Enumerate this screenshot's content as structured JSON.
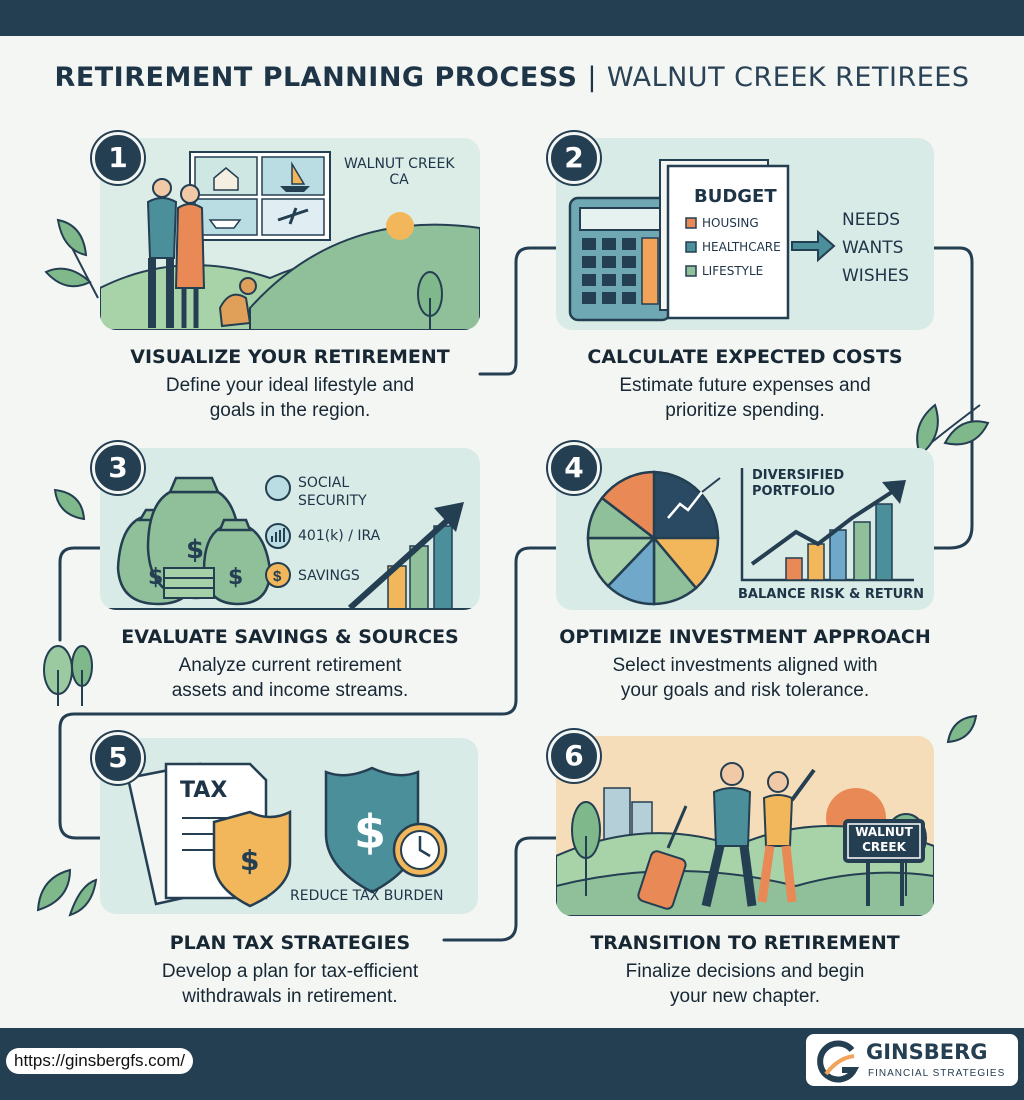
{
  "header": {
    "title_main": "RETIREMENT PLANNING PROCESS",
    "title_sep": "|",
    "title_sub": "WALNUT CREEK RETIREES"
  },
  "steps": [
    {
      "number": "1",
      "title": "VISUALIZE YOUR RETIREMENT",
      "desc_line1": "Define your ideal lifestyle and",
      "desc_line2": "goals in the region.",
      "location_line1": "WALNUT CREEK",
      "location_line2": "CA"
    },
    {
      "number": "2",
      "title": "CALCULATE EXPECTED COSTS",
      "desc_line1": "Estimate future expenses and",
      "desc_line2": "prioritize spending.",
      "budget_title": "BUDGET",
      "budget_items": [
        "HOUSING",
        "HEALTHCARE",
        "LIFESTYLE"
      ],
      "priorities": [
        "NEEDS",
        "WANTS",
        "WISHES"
      ]
    },
    {
      "number": "3",
      "title": "EVALUATE SAVINGS & SOURCES",
      "desc_line1": "Analyze current retirement",
      "desc_line2": "assets and income streams.",
      "sources": [
        "SOCIAL",
        "SECURITY",
        "401(k) / IRA",
        "SAVINGS"
      ]
    },
    {
      "number": "4",
      "title": "OPTIMIZE INVESTMENT APPROACH",
      "desc_line1": "Select investments aligned with",
      "desc_line2": "your goals and risk tolerance.",
      "portfolio_line1": "DIVERSIFIED",
      "portfolio_line2": "PORTFOLIO",
      "balance": "BALANCE RISK & RETURN"
    },
    {
      "number": "5",
      "title": "PLAN TAX STRATEGIES",
      "desc_line1": "Develop a plan for tax-efficient",
      "desc_line2": "withdrawals in retirement.",
      "tax_label": "TAX",
      "reduce": "REDUCE TAX BURDEN"
    },
    {
      "number": "6",
      "title": "TRANSITION TO RETIREMENT",
      "desc_line1": "Finalize decisions and begin",
      "desc_line2": "your new chapter.",
      "sign_line1": "WALNUT",
      "sign_line2": "CREEK"
    }
  ],
  "footer": {
    "url": "https://ginsbergfs.com/",
    "brand": "GINSBERG",
    "tagline": "FINANCIAL STRATEGIES"
  },
  "colors": {
    "navy": "#243e52",
    "card": "#d9ebe7",
    "green": "#8fc09a",
    "teal": "#4a8f9a",
    "orange": "#e98a56",
    "yellow": "#f2b75a"
  },
  "icons": [
    "calculator-icon",
    "money-bag-icon",
    "shield-dollar-icon",
    "clock-icon",
    "pie-chart-icon",
    "growth-arrow-icon",
    "tax-document-icon",
    "leaf-icon"
  ]
}
